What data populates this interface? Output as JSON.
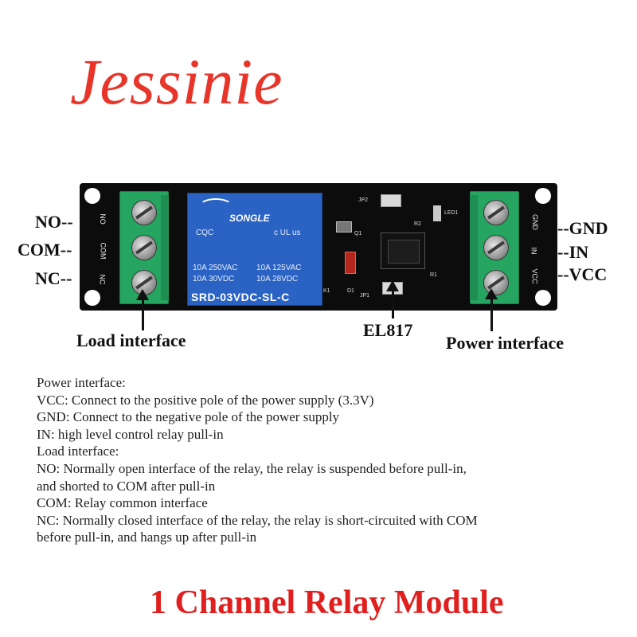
{
  "brand": {
    "name": "Jessinie",
    "color": "#e8352a"
  },
  "colors": {
    "board": "#0c0c0c",
    "terminal": "#25a560",
    "relay": "#2b63c4",
    "product_title": "#e01f1f"
  },
  "left_pins": [
    "NO--",
    "COM--",
    "NC--"
  ],
  "right_pins": [
    "--GND",
    "--IN",
    "--VCC"
  ],
  "board": {
    "left_silk": [
      "NO",
      "COM",
      "NC"
    ],
    "right_silk": [
      "GND",
      "IN",
      "VCC"
    ],
    "relay": {
      "maker": "SONGLE",
      "cert_left": "CQC",
      "cert_right": "c UL us",
      "rating_left_1": "10A 250VAC",
      "rating_left_2": "10A  30VDC",
      "rating_right_1": "10A 125VAC",
      "rating_right_2": "10A  28VDC",
      "model": "SRD-03VDC-SL-C"
    },
    "pcb_marks": {
      "jp2": "JP2",
      "led": "LED1",
      "r2": "R2",
      "q1": "Q1",
      "r1": "R1",
      "d1": "D1",
      "jp1": "JP1",
      "k1": "K1"
    }
  },
  "callouts": {
    "load": "Load interface",
    "optocoupler": "EL817",
    "power": "Power interface"
  },
  "description": [
    "Power interface:",
    "VCC: Connect to the positive pole of the power supply (3.3V)",
    "GND: Connect to the negative pole of the power supply",
    "IN: high level control relay pull-in",
    "Load interface:",
    "NO: Normally open interface of the relay, the relay is suspended before pull-in,",
    "and shorted to COM after pull-in",
    "COM: Relay common interface",
    "NC: Normally closed interface of the relay, the relay is short-circuited with COM",
    "before pull-in, and hangs up after pull-in"
  ],
  "product_title": "1 Channel Relay Module"
}
